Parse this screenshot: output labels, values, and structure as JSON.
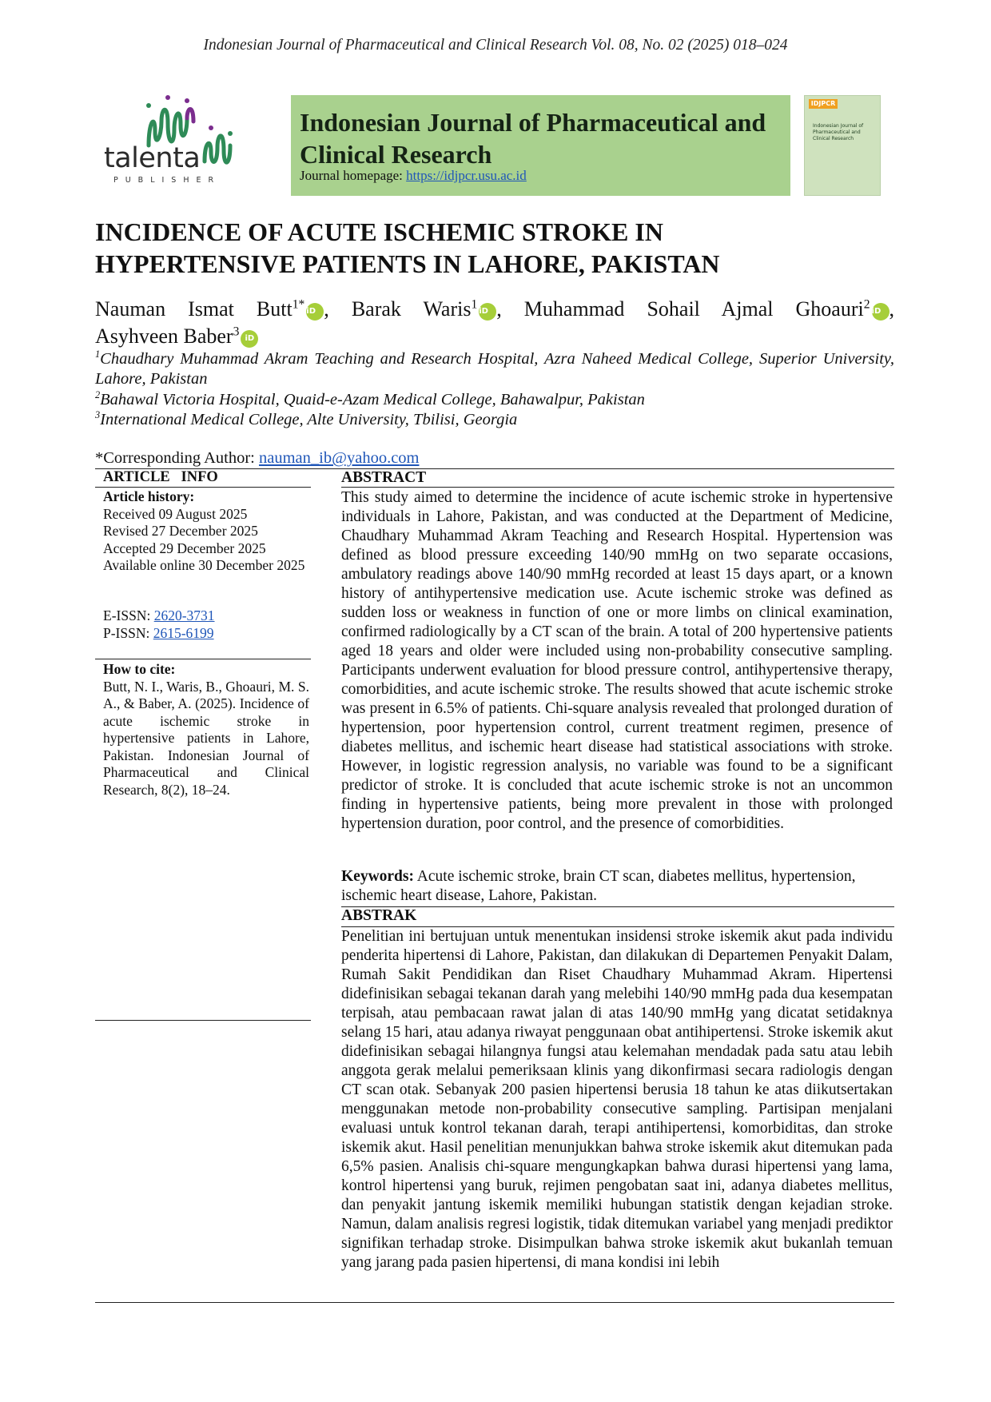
{
  "running_head": "Indonesian Journal of Pharmaceutical and Clinical Research Vol. 08, No. 02 (2025) 018–024",
  "publisher": {
    "logo_word": "talenta",
    "logo_sub": "PUBLISHER",
    "logo_icon": "talenta-wave-logo",
    "brand_colors": [
      "#2e8b57",
      "#7b2d8e"
    ]
  },
  "journal_banner": {
    "title": "Indonesian Journal of Pharmaceutical and Clinical Research",
    "homepage_label": "Journal homepage: ",
    "homepage_url": "https://idjpcr.usu.ac.id",
    "background": "#a9d18e"
  },
  "cover_thumbnail": {
    "logo_text": "IDJPCR",
    "title": "Indonesian Journal of Pharmaceutical and Clinical Research"
  },
  "paper": {
    "title_line1": "INCIDENCE OF ACUTE ISCHEMIC STROKE IN",
    "title_line2": "HYPERTENSIVE PATIENTS IN LAHORE, PAKISTAN",
    "authors": [
      {
        "name": "Nauman Ismat Butt",
        "sup": "1*",
        "sep": ", "
      },
      {
        "name": "Barak Waris",
        "sup": "1",
        "sep": ", "
      },
      {
        "name": "Muhammad Sohail Ajmal Ghoauri",
        "sup": "2",
        "sep": ","
      },
      {
        "name": "Asyhveen Baber",
        "sup": "3",
        "sep": ""
      }
    ],
    "orcid_label": "iD",
    "affiliations": [
      {
        "num": "1",
        "text": "Chaudhary Muhammad Akram Teaching and Research Hospital, Azra Naheed Medical College, Superior University, Lahore, Pakistan"
      },
      {
        "num": "2",
        "text": "Bahawal Victoria Hospital, Quaid-e-Azam Medical College, Bahawalpur, Pakistan"
      },
      {
        "num": "3",
        "text": "International Medical College, Alte University, Tbilisi, Georgia"
      }
    ],
    "corresponding_label": "*Corresponding Author: ",
    "corresponding_email": "nauman_ib@yahoo.com"
  },
  "article_info": {
    "heading": "ARTICLE   INFO",
    "history_label": "Article history:",
    "history": [
      "Received 09 August 2025",
      "Revised 27 December 2025",
      "Accepted 29 December 2025",
      "Available online 30 December 2025"
    ],
    "eissn_label": "E-ISSN: ",
    "eissn": "2620-3731",
    "pissn_label": "P-ISSN: ",
    "pissn": "2615-6199",
    "cite_label": "How to cite:",
    "cite_text": "Butt, N. I., Waris, B., Ghoauri, M. S. A., & Baber, A. (2025). Incidence of acute ischemic stroke in hypertensive patients in Lahore, Pakistan. Indonesian Journal of Pharmaceutical and Clinical Research, 8(2), 18–24."
  },
  "abstract": {
    "heading": "ABSTRACT",
    "text": "This study aimed to determine the incidence of acute ischemic stroke in hypertensive individuals in Lahore, Pakistan, and was conducted at the Department of Medicine, Chaudhary Muhammad Akram Teaching and Research Hospital. Hypertension was defined as blood pressure exceeding 140/90 mmHg on two separate occasions, ambulatory readings above 140/90 mmHg recorded at least 15 days apart, or a known history of antihypertensive medication use. Acute ischemic stroke was defined as sudden loss or weakness in function of one or more limbs on clinical examination, confirmed radiologically by a CT scan of the brain. A total of 200 hypertensive patients aged 18 years and older were included using non-probability consecutive sampling. Participants underwent evaluation for blood pressure control, antihypertensive therapy, comorbidities, and acute ischemic stroke. The results showed that acute ischemic stroke was present in 6.5% of patients. Chi-square analysis revealed that prolonged duration of hypertension, poor hypertension control, current treatment regimen, presence of diabetes mellitus, and ischemic heart disease had statistical associations with stroke. However, in logistic regression analysis, no variable was found to be a significant predictor of stroke. It is concluded that acute ischemic stroke is not an uncommon finding in hypertensive patients, being more prevalent in those with prolonged hypertension duration, poor control, and the presence of comorbidities.",
    "keywords_label": "Keywords:",
    "keywords": " Acute ischemic stroke, brain CT scan, diabetes mellitus, hypertension, ischemic heart disease, Lahore, Pakistan."
  },
  "abstrak": {
    "heading": "ABSTRAK",
    "text": "Penelitian ini bertujuan untuk menentukan insidensi stroke iskemik akut pada individu penderita hipertensi di Lahore, Pakistan, dan dilakukan di Departemen Penyakit Dalam, Rumah Sakit Pendidikan dan Riset Chaudhary Muhammad Akram. Hipertensi didefinisikan sebagai tekanan darah yang melebihi 140/90 mmHg pada dua kesempatan terpisah, atau pembacaan rawat jalan di atas 140/90 mmHg yang dicatat setidaknya selang 15 hari, atau adanya riwayat penggunaan obat antihipertensi. Stroke iskemik akut didefinisikan sebagai hilangnya fungsi atau kelemahan mendadak pada satu atau lebih anggota gerak melalui pemeriksaan klinis yang dikonfirmasi secara radiologis dengan CT scan otak. Sebanyak 200 pasien hipertensi berusia 18 tahun ke atas diikutsertakan menggunakan metode non-probability consecutive sampling. Partisipan menjalani evaluasi untuk kontrol tekanan darah, terapi antihipertensi, komorbiditas, dan stroke iskemik akut. Hasil penelitian menunjukkan bahwa stroke iskemik akut ditemukan pada 6,5% pasien. Analisis chi-square mengungkapkan bahwa durasi hipertensi yang lama, kontrol hipertensi yang buruk, rejimen pengobatan saat ini, adanya diabetes mellitus, dan penyakit jantung iskemik memiliki hubungan statistik dengan kejadian stroke. Namun, dalam analisis regresi logistik, tidak ditemukan variabel yang menjadi prediktor signifikan terhadap stroke. Disimpulkan bahwa stroke iskemik akut bukanlah temuan yang jarang pada pasien hipertensi, di mana kondisi ini lebih"
  }
}
